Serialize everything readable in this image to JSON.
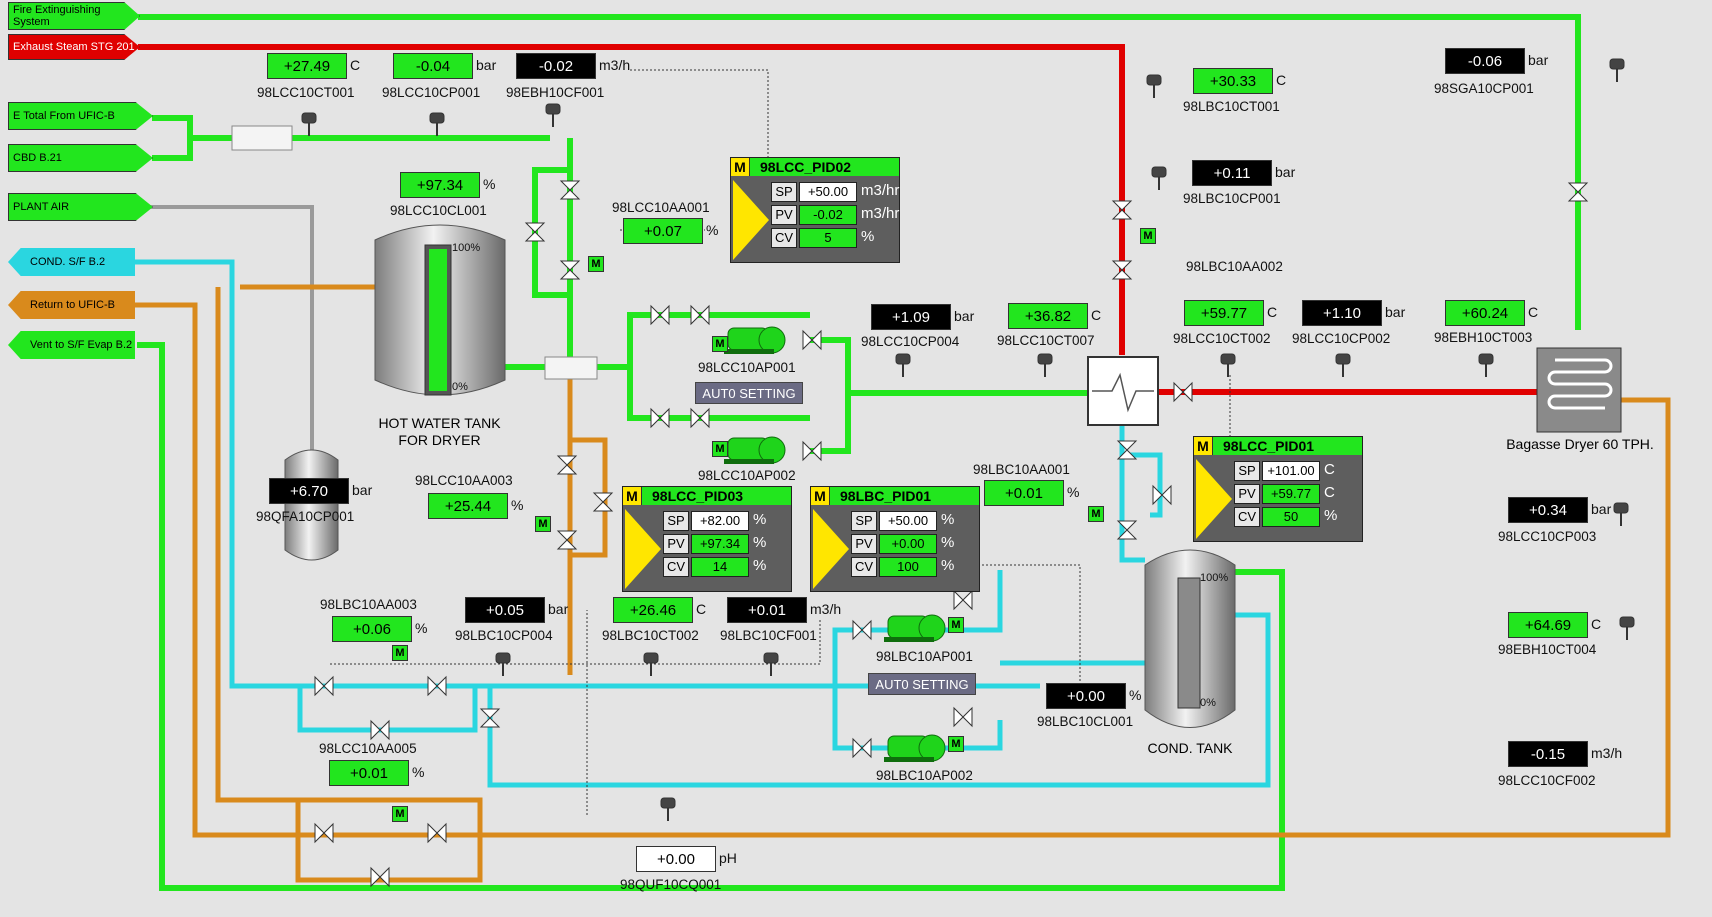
{
  "inlets": {
    "fire": "Fire Extinguishing System",
    "exhaust": "Exhaust Steam STG 201",
    "etotal": "E Total From UFIC-B",
    "cbd": "CBD B.21",
    "plantair": "PLANT AIR"
  },
  "outlets": {
    "cond": "COND. S/F B.2",
    "ret": "Return to UFIC-B",
    "vent": "Vent to S/F Evap B.2"
  },
  "tags": {
    "lcc_ct001": {
      "tag": "98LCC10CT001",
      "value": "+27.49",
      "unit": "C"
    },
    "lcc_cp001": {
      "tag": "98LCC10CP001",
      "value": "-0.04",
      "unit": "bar"
    },
    "ebh_cf001": {
      "tag": "98EBH10CF001",
      "value": "-0.02",
      "unit": "m3/h"
    },
    "lbc_ct001": {
      "tag": "98LBC10CT001",
      "value": "+30.33",
      "unit": "C"
    },
    "sga_cp001": {
      "tag": "98SGA10CP001",
      "value": "-0.06",
      "unit": "bar"
    },
    "lbc_cp001": {
      "tag": "98LBC10CP001",
      "value": "+0.11",
      "unit": "bar"
    },
    "lcc_cl001": {
      "tag": "98LCC10CL001",
      "value": "+97.34",
      "unit": "%"
    },
    "lcc_aa001": {
      "tag": "98LCC10AA001",
      "value": "+0.07",
      "unit": "%"
    },
    "lcc_cp004": {
      "tag": "98LCC10CP004",
      "value": "+1.09",
      "unit": "bar"
    },
    "lcc_ct007": {
      "tag": "98LCC10CT007",
      "value": "+36.82",
      "unit": "C"
    },
    "lcc_ct002": {
      "tag": "98LCC10CT002",
      "value": "+59.77",
      "unit": "C"
    },
    "lcc_cp002": {
      "tag": "98LCC10CP002",
      "value": "+1.10",
      "unit": "bar"
    },
    "ebh_ct003": {
      "tag": "98EBH10CT003",
      "value": "+60.24",
      "unit": "C"
    },
    "qfa_cp001": {
      "tag": "98QFA10CP001",
      "value": "+6.70",
      "unit": "bar"
    },
    "lcc_aa003": {
      "tag": "98LCC10AA003",
      "value": "+25.44",
      "unit": "%"
    },
    "lbc_aa001": {
      "tag": "98LBC10AA001",
      "value": "+0.01",
      "unit": "%"
    },
    "lcc_cp003": {
      "tag": "98LCC10CP003",
      "value": "+0.34",
      "unit": "bar"
    },
    "lbc_aa003": {
      "tag": "98LBC10AA003",
      "value": "+0.06",
      "unit": "%"
    },
    "lbc_cp004": {
      "tag": "98LBC10CP004",
      "value": "+0.05",
      "unit": "bar"
    },
    "lbc_ct002": {
      "tag": "98LBC10CT002",
      "value": "+26.46",
      "unit": "C"
    },
    "lbc_cf001": {
      "tag": "98LBC10CF001",
      "value": "+0.01",
      "unit": "m3/h"
    },
    "lbc_cl001": {
      "tag": "98LBC10CL001",
      "value": "+0.00",
      "unit": "%"
    },
    "ebh_ct004": {
      "tag": "98EBH10CT004",
      "value": "+64.69",
      "unit": "C"
    },
    "lcc_cf002": {
      "tag": "98LCC10CF002",
      "value": "-0.15",
      "unit": "m3/h"
    },
    "lcc_aa005": {
      "tag": "98LCC10AA005",
      "value": "+0.01",
      "unit": "%"
    },
    "quf_cq001": {
      "tag": "98QUF10CQ001",
      "value": "+0.00",
      "unit": "pH"
    }
  },
  "pids": {
    "pid02": {
      "name": "98LCC_PID02",
      "m": "M",
      "sp": "+50.00",
      "pv": "-0.02",
      "cv": "5",
      "sp_u": "m3/hr",
      "pv_u": "m3/hr",
      "cv_u": "%"
    },
    "pid03": {
      "name": "98LCC_PID03",
      "m": "M",
      "sp": "+82.00",
      "pv": "+97.34",
      "cv": "14",
      "sp_u": "%",
      "pv_u": "%",
      "cv_u": "%"
    },
    "pidlbc": {
      "name": "98LBC_PID01",
      "m": "M",
      "sp": "+50.00",
      "pv": "+0.00",
      "cv": "100",
      "sp_u": "%",
      "pv_u": "%",
      "cv_u": "%"
    },
    "pid01": {
      "name": "98LCC_PID01",
      "m": "M",
      "sp": "+101.00",
      "pv": "+59.77",
      "cv": "50",
      "sp_u": "C",
      "pv_u": "C",
      "cv_u": "%"
    }
  },
  "pid_keys": {
    "sp": "SP",
    "pv": "PV",
    "cv": "CV"
  },
  "equipment": {
    "hot_tank": "HOT WATER TANK FOR DRYER",
    "cond_tank": "COND. TANK",
    "dryer": "Bagasse Dryer 60 TPH.",
    "pump_ap001": "98LCC10AP001",
    "pump_ap002": "98LCC10AP002",
    "pump_lbc_ap001": "98LBC10AP001",
    "pump_lbc_ap002": "98LBC10AP002",
    "valve_lbc_aa002": "98LBC10AA002",
    "tank_top": "100%",
    "tank_bottom": "0%",
    "mark": "M"
  },
  "buttons": {
    "auto1": "AUT0 SETTING",
    "auto2": "AUT0 SETTING"
  },
  "colors": {
    "green": "#22e61e",
    "red": "#e00000",
    "cyan": "#2ad6e0",
    "orange": "#d98a1c",
    "grey": "#9a9a9a"
  }
}
